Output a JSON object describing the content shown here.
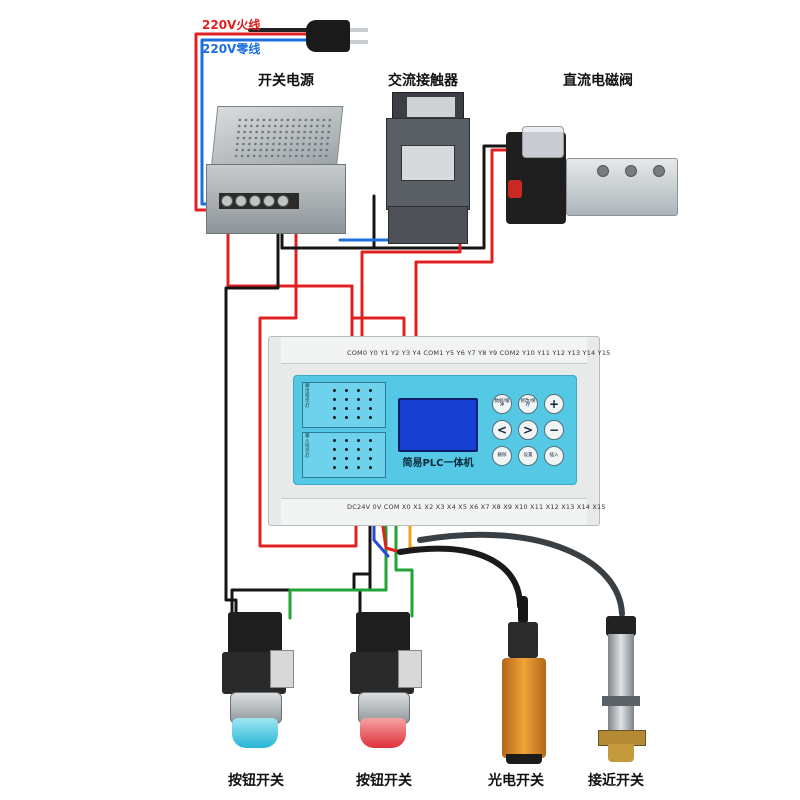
{
  "labels": {
    "live_wire": "220V火线",
    "neutral_wire": "220V零线",
    "power_supply": "开关电源",
    "contactor": "交流接触器",
    "solenoid_valve": "直流电磁阀",
    "push_button_1": "按钮开关",
    "push_button_2": "按钮开关",
    "photo_switch": "光电开关",
    "proximity_switch": "接近开关"
  },
  "plc": {
    "name": "简易PLC一体机",
    "top_terminals": "COM0 Y0 Y1 Y2 Y3 Y4 COM1 Y5 Y6 Y7 Y8 Y9 COM2 Y10 Y11 Y12 Y13 Y14 Y15",
    "bottom_terminals": "DC24V 0V COM X0 X1 X2 X3 X4 X5 X6 X7 X8 X9 X10 X11 X12 X13 X14 X15",
    "keys": {
      "k1": "数据/缓冲",
      "k2": "修改/保存",
      "plus": "+",
      "left": "<",
      "right": ">",
      "minus": "−",
      "delete": "删除",
      "set": "设置",
      "insert": "插入"
    },
    "led_output_label": "输出指示灯",
    "led_input_label": "输入指示灯"
  },
  "colors": {
    "live": "#e02020",
    "neutral": "#1d6fe0",
    "black": "#151515",
    "green": "#21a336",
    "blue_signal": "#2a47d6",
    "orange": "#f2a01a"
  },
  "icons": {
    "plug": "power-plug-icon",
    "power_supply": "power-supply-icon",
    "contactor": "contactor-icon",
    "valve": "solenoid-valve-icon",
    "push_button": "push-button-icon",
    "photo_sensor": "photoelectric-sensor-icon",
    "prox_sensor": "proximity-sensor-icon"
  }
}
